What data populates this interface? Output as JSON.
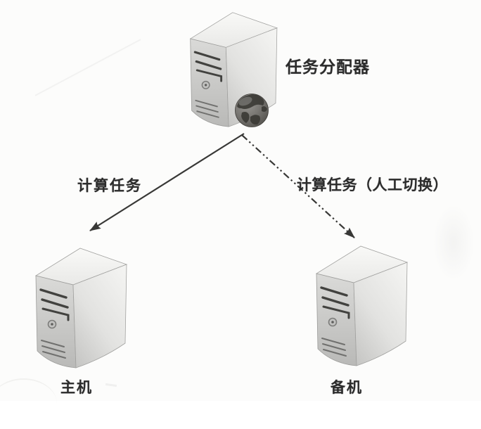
{
  "diagram": {
    "nodes": {
      "dispatcher": {
        "label": "任务分配器",
        "icon": "server-tower-globe-icon"
      },
      "primary": {
        "label": "主机",
        "icon": "server-tower-icon"
      },
      "backup": {
        "label": "备机",
        "icon": "server-tower-icon"
      }
    },
    "edges": {
      "to_primary": {
        "from": "dispatcher",
        "to": "primary",
        "label": "计算任务",
        "line_style": "solid"
      },
      "to_backup": {
        "from": "dispatcher",
        "to": "backup",
        "label": "计算任务（人工切换）",
        "line_style": "dash-dot-dot"
      }
    },
    "colors": {
      "background": "#fcfcfb",
      "arrow": "#383836",
      "label_text": "#2c2c2c",
      "server_front": "#c9c9c7",
      "server_side": "#e6e6e4",
      "server_top": "#f5f5f3",
      "server_slot": "#42423f",
      "globe": "#55534f"
    }
  }
}
